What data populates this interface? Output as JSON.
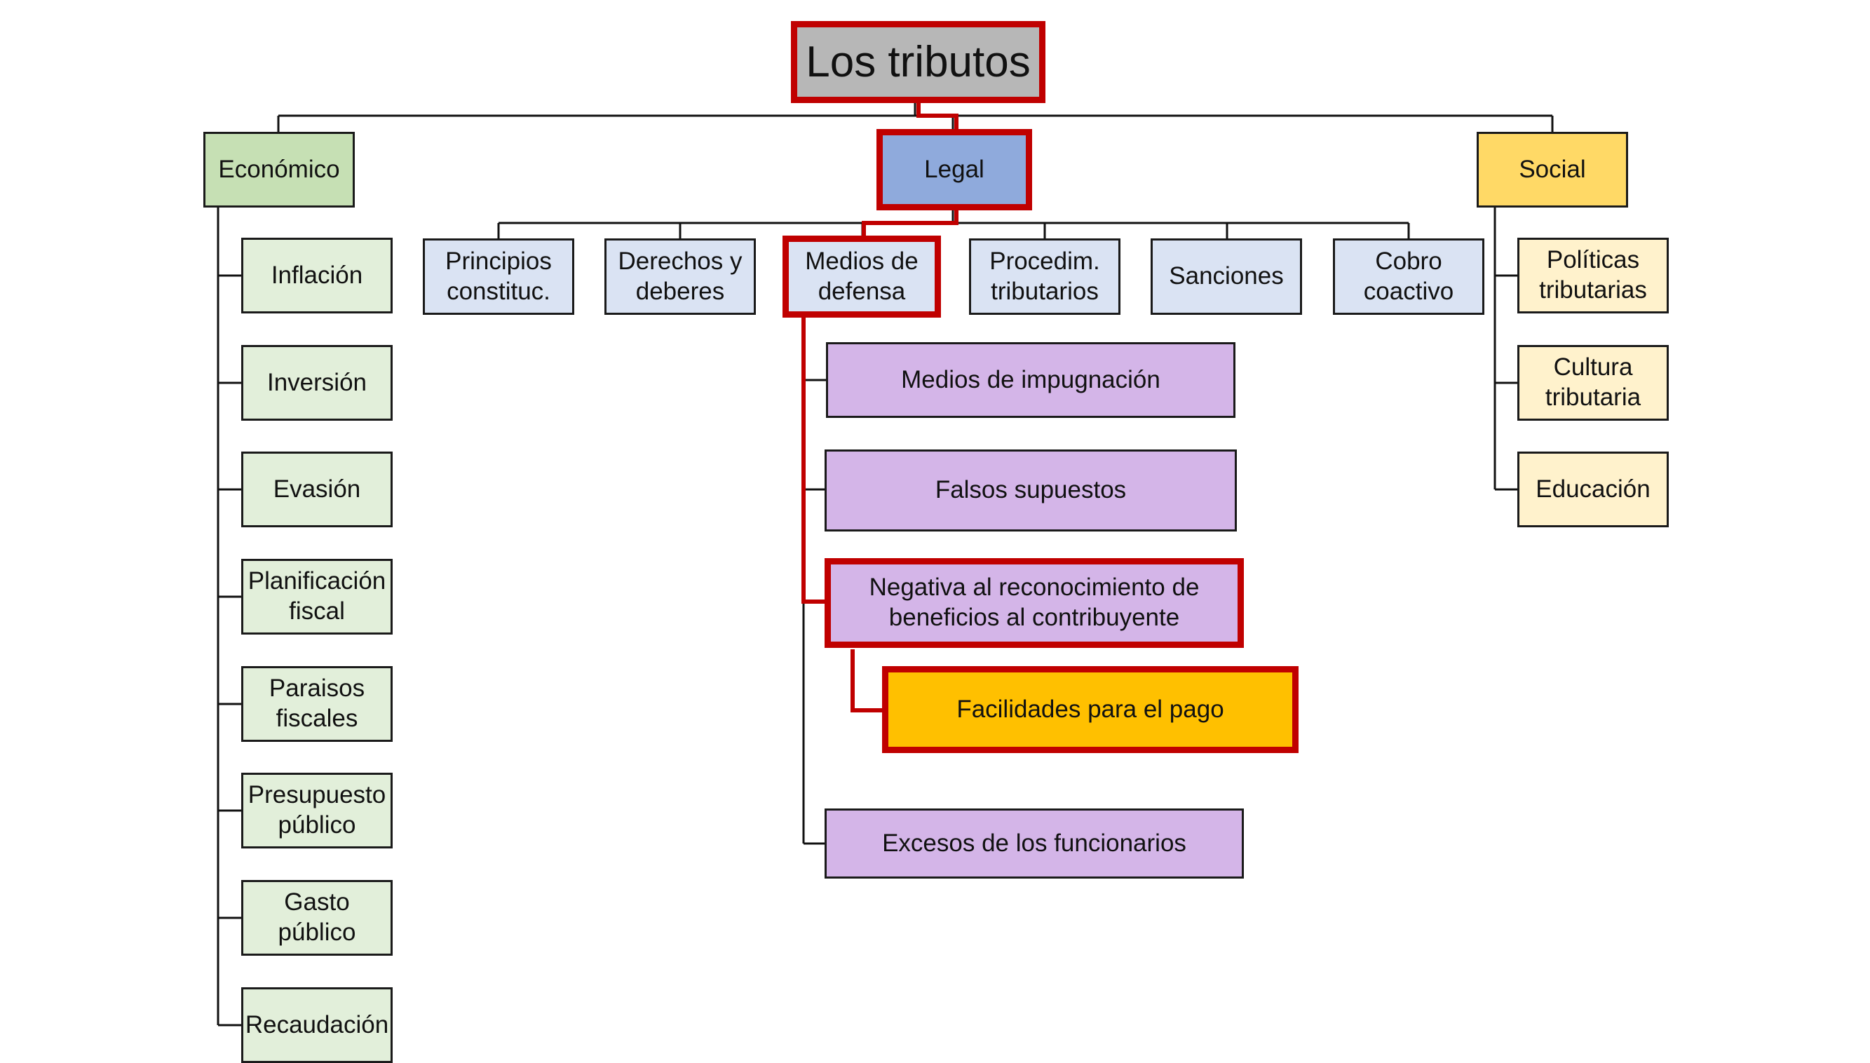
{
  "title": "Los tributos",
  "colors": {
    "highlight_border": "#c00000",
    "economico": "#c6e0b4",
    "economico_items": "#e2efda",
    "legal": "#8faadc",
    "legal_items": "#dae3f3",
    "social": "#ffd966",
    "social_items": "#fff2cc",
    "medios_items": "#d4b5e8",
    "facilidades": "#ffc000"
  },
  "branches": {
    "economico": {
      "label": "Económico",
      "items": [
        "Inflación",
        "Inversión",
        "Evasión",
        "Planificación\nfiscal",
        "Paraisos\nfiscales",
        "Presupuesto\npúblico",
        "Gasto\npúblico",
        "Recaudación"
      ]
    },
    "legal": {
      "label": "Legal",
      "items": [
        "Principios\nconstituc.",
        "Derechos y\ndeberes",
        "Medios de\ndefensa",
        "Procedim.\ntributarios",
        "Sanciones",
        "Cobro\ncoactivo"
      ]
    },
    "social": {
      "label": "Social",
      "items": [
        "Políticas\ntributarias",
        "Cultura\ntributaria",
        "Educación"
      ]
    }
  },
  "medios_de_defensa": {
    "items": [
      "Medios de impugnación",
      "Falsos supuestos",
      "Negativa al reconocimiento de\nbeneficios al contribuyente",
      "Excesos de los funcionarios"
    ],
    "sub_item": "Facilidades para el pago"
  }
}
